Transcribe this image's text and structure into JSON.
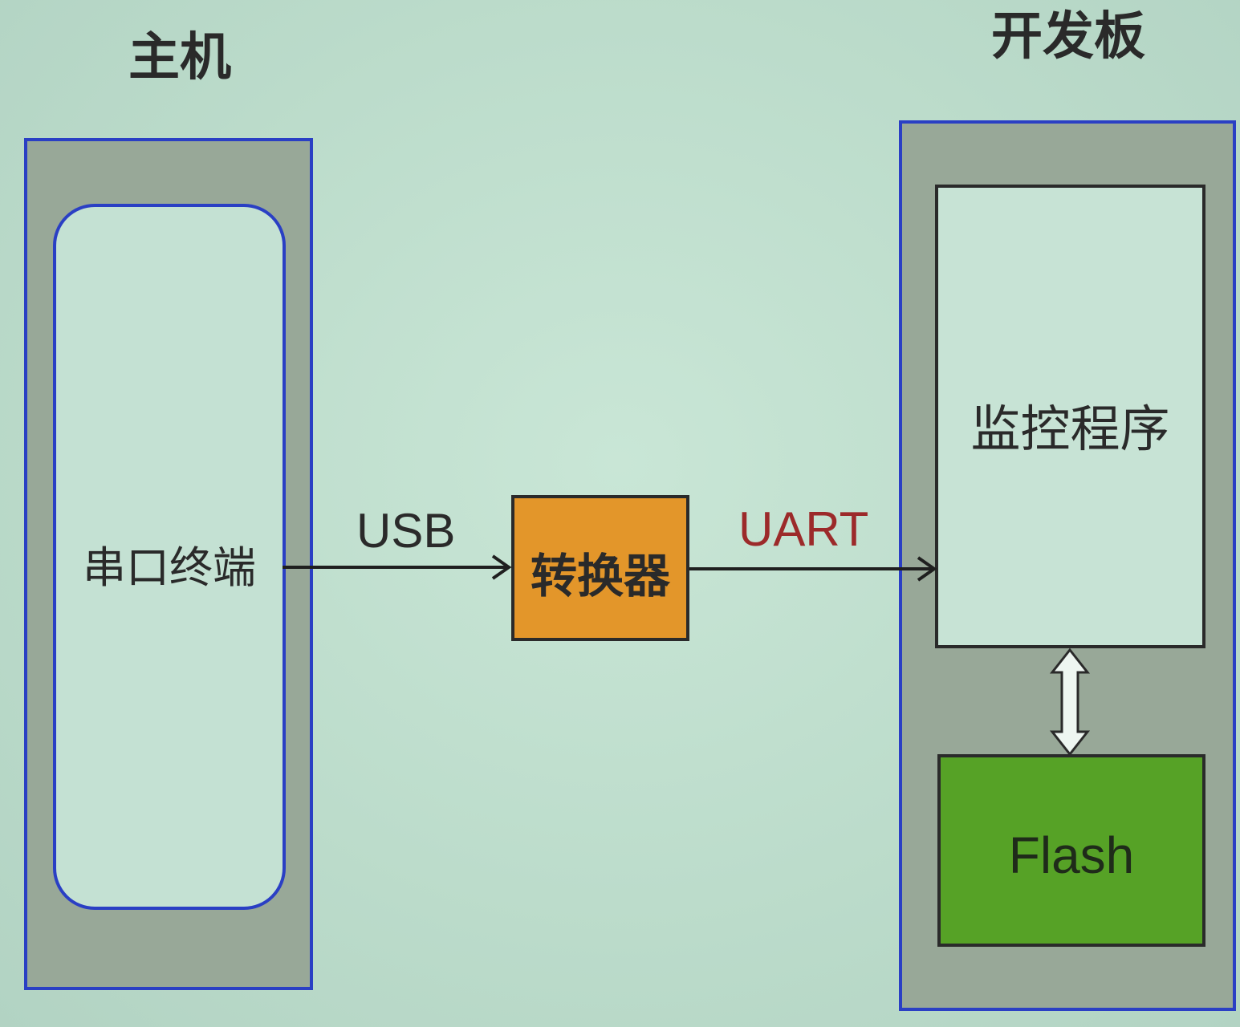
{
  "host": {
    "title": "主机",
    "terminal_label": "串口终端"
  },
  "board": {
    "title": "开发板",
    "monitor_label": "监控程序",
    "flash_label": "Flash"
  },
  "converter": {
    "label": "转换器"
  },
  "links": {
    "usb_label": "USB",
    "uart_label": "UART"
  },
  "colors": {
    "background": "#bcdccb",
    "panel": "#98a898",
    "panel_border": "#2a3fc4",
    "converter": "#e3962a",
    "flash": "#56a226",
    "uart_text": "#9c2a2a"
  }
}
